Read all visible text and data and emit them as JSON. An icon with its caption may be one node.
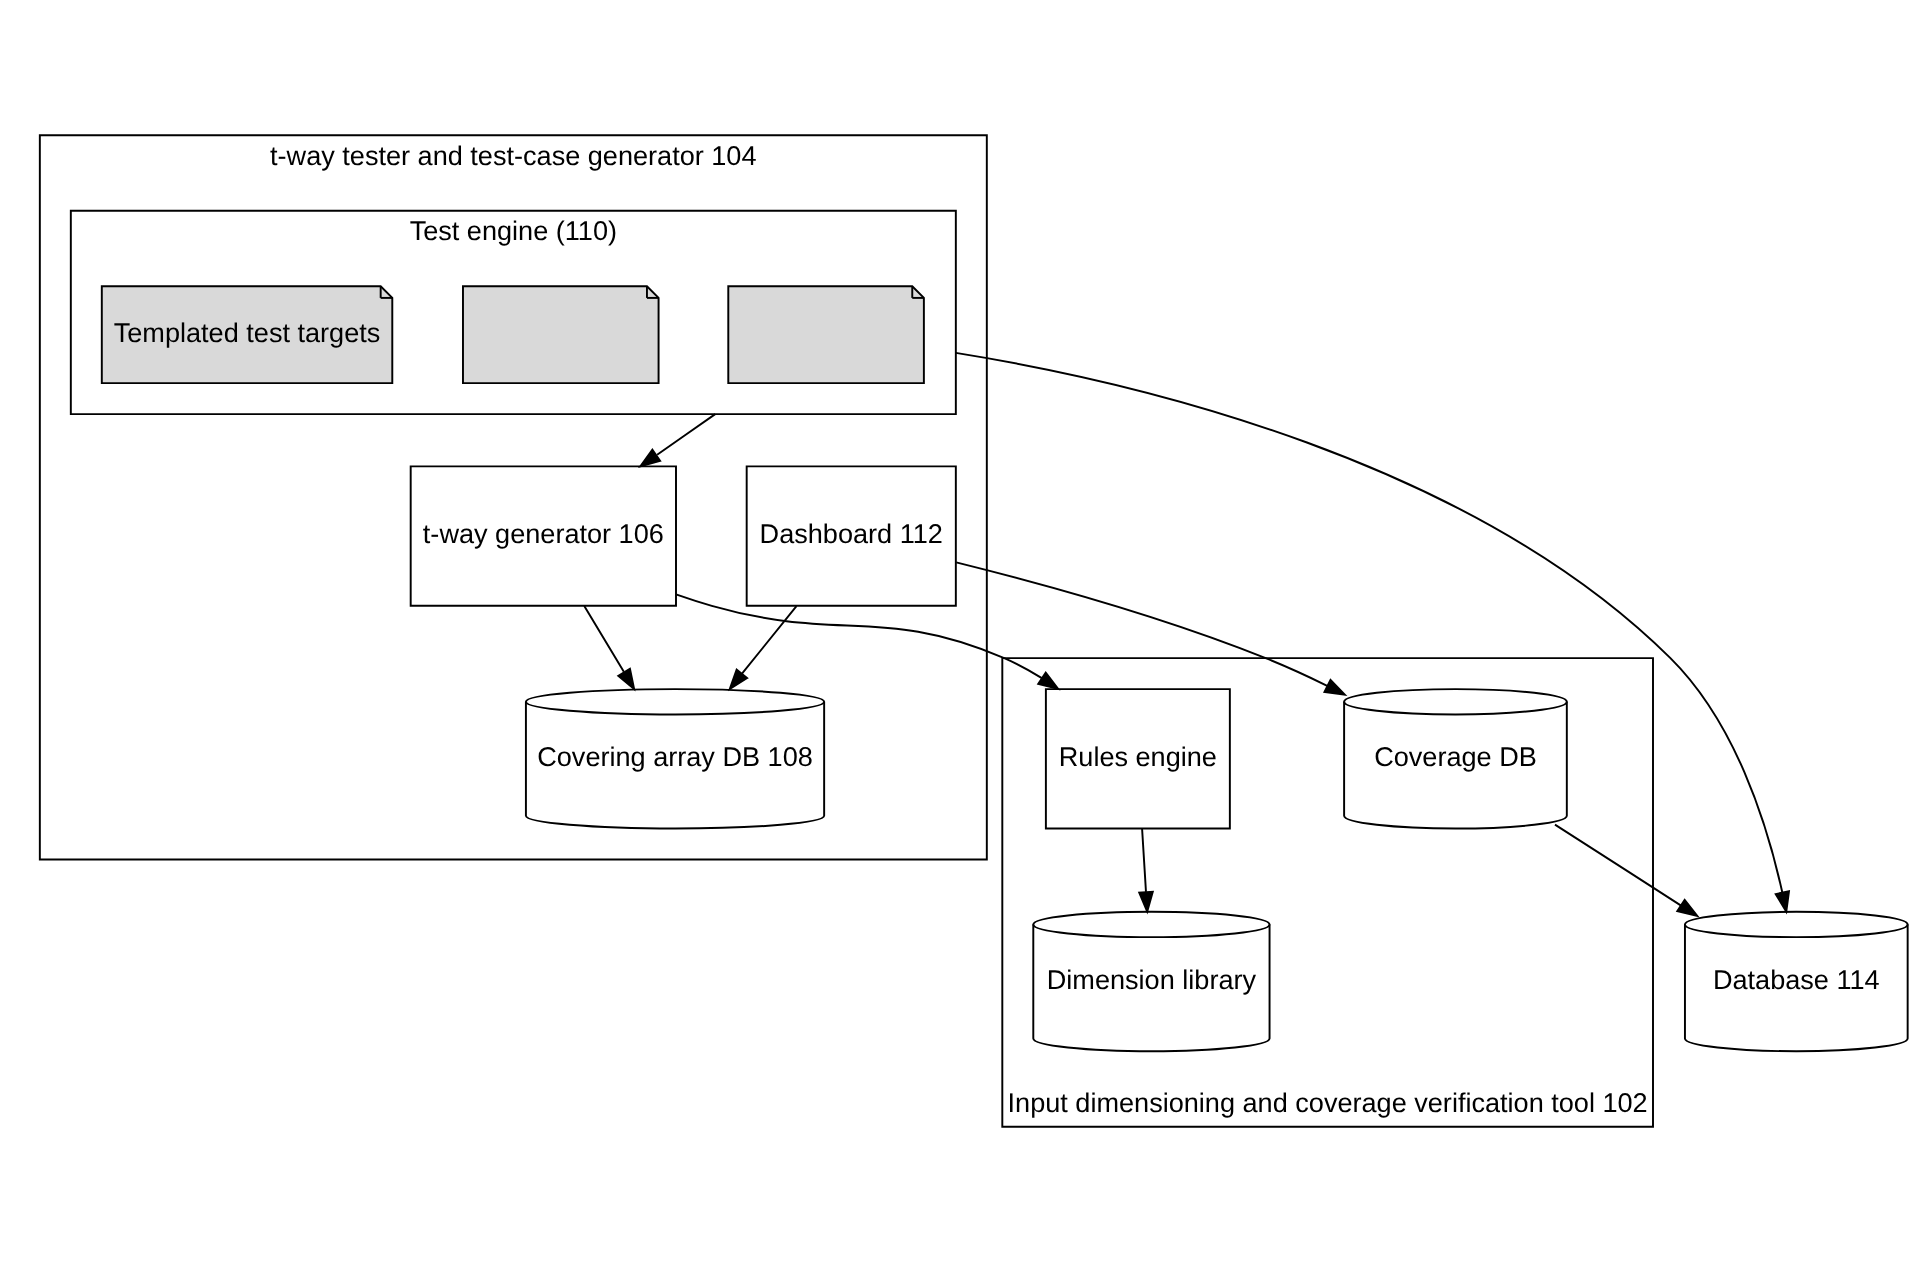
{
  "diagram": {
    "nodes": [
      {
        "text": [
          "Input dimensioning and coverage verification tool 102"
        ]
      },
      {
        "text": [
          "Rules engine"
        ],
        "in": 0
      },
      {
        "text": [
          "Dimension library"
        ],
        "in": 0
      },
      {
        "text": [
          "Coverage DB"
        ],
        "in": 0
      },
      {
        "text": [
          "t-way tester and test-case generator 104"
        ]
      },
      {
        "text": [
          "t-way generator 106"
        ],
        "in": 4
      },
      {
        "text": [
          "Test engine (110)"
        ],
        "in": 4
      },
      {
        "text": [],
        "shape": "box",
        "in": 6
      },
      {
        "text": [],
        "shape": "box",
        "in": 6
      },
      {
        "text": [
          "Templated test targets"
        ],
        "in": 6
      },
      {
        "text": [
          "Covering array DB 108"
        ],
        "in": 4
      },
      {
        "text": [
          "Dashboard 112"
        ],
        "in": 4
      },
      {
        "text": [
          "Database 114"
        ]
      }
    ],
    "edges": [
      {
        "from": 5,
        "to": 1,
        "arrow": "to"
      },
      {
        "from": 6,
        "to": 5,
        "arrow": "to"
      },
      {
        "from": 6,
        "to": 12,
        "arrow": "to"
      },
      {
        "from": 1,
        "to": 2,
        "arrow": "to"
      },
      {
        "from": 5,
        "to": 10,
        "arrow": "to"
      },
      {
        "from": 11,
        "to": 10,
        "arrow": "to"
      },
      {
        "from": 11,
        "to": 3,
        "arrow": "to"
      },
      {
        "from": 3,
        "to": 12,
        "arrow": "to"
      }
    ]
  }
}
